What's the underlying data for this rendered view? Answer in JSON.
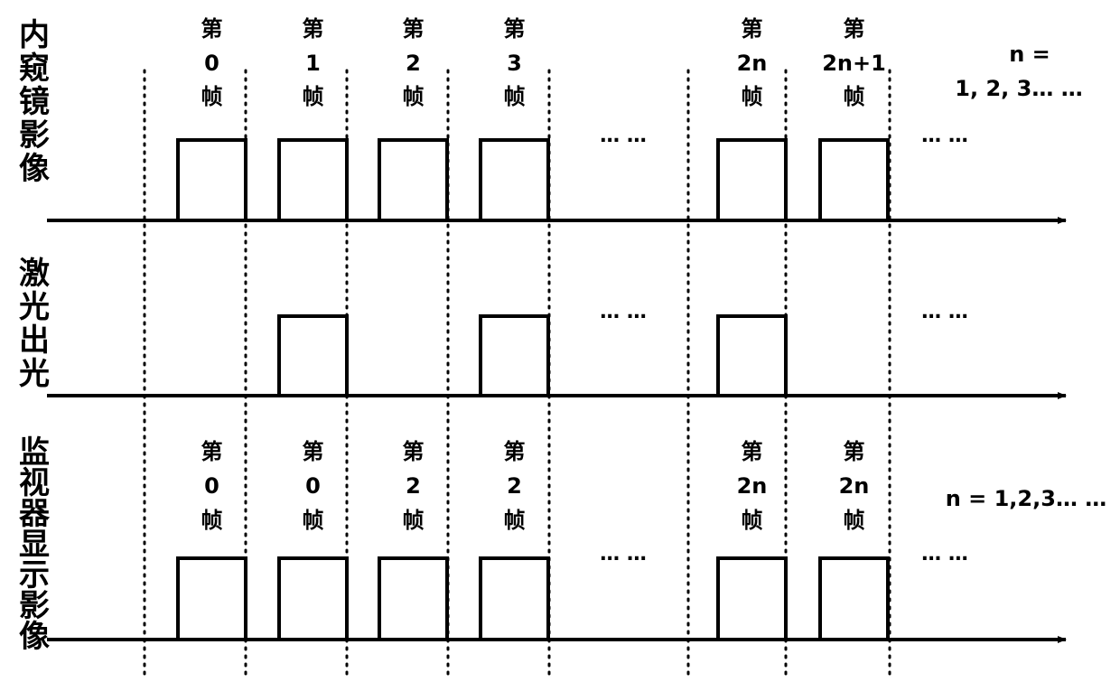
{
  "rows": [
    {
      "id": "endoscope",
      "label_chars": [
        "内",
        "窥",
        "镜",
        "影",
        "像"
      ],
      "frames": [
        {
          "lines": [
            "第",
            "0",
            "帧"
          ]
        },
        {
          "lines": [
            "第",
            "1",
            "帧"
          ]
        },
        {
          "lines": [
            "第",
            "2",
            "帧"
          ]
        },
        {
          "lines": [
            "第",
            "3",
            "帧"
          ]
        },
        {
          "lines": [
            "第",
            "2n",
            "帧"
          ]
        },
        {
          "lines": [
            "第",
            "2n+1",
            "帧"
          ]
        }
      ],
      "pulses_active": [
        true,
        true,
        true,
        true,
        true,
        true
      ],
      "ellipsis_mid": "… …",
      "ellipsis_end": "… …",
      "note_lines": [
        "n =",
        "1, 2, 3… …"
      ]
    },
    {
      "id": "laser",
      "label_chars": [
        "激",
        "光",
        "出",
        "光"
      ],
      "frames": [],
      "pulses_active": [
        false,
        true,
        false,
        true,
        true,
        false
      ],
      "ellipsis_mid": "… …",
      "ellipsis_end": "… …",
      "note_lines": []
    },
    {
      "id": "monitor",
      "label_chars": [
        "监",
        "视",
        "器",
        "显",
        "示",
        "影",
        "像"
      ],
      "frames": [
        {
          "lines": [
            "第",
            "0",
            "帧"
          ]
        },
        {
          "lines": [
            "第",
            "0",
            "帧"
          ]
        },
        {
          "lines": [
            "第",
            "2",
            "帧"
          ]
        },
        {
          "lines": [
            "第",
            "2",
            "帧"
          ]
        },
        {
          "lines": [
            "第",
            "2n",
            "帧"
          ]
        },
        {
          "lines": [
            "第",
            "2n",
            "帧"
          ]
        }
      ],
      "pulses_active": [
        true,
        true,
        true,
        true,
        true,
        true
      ],
      "ellipsis_mid": "… …",
      "ellipsis_end": "… …",
      "note_lines": [
        "n = 1,2,3… …"
      ]
    }
  ]
}
